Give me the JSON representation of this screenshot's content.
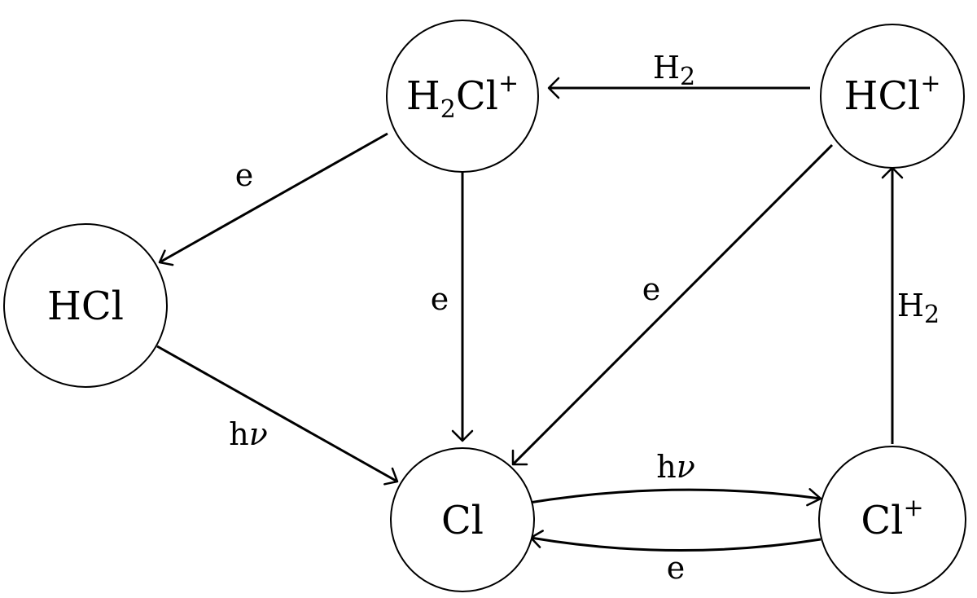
{
  "nodes": {
    "h2cl_plus": {
      "base_h": "H",
      "sub": "2",
      "base_cl": "Cl",
      "sup": "+"
    },
    "hcl_plus": {
      "base": "HCl",
      "sup": "+"
    },
    "hcl": {
      "label": "HCl"
    },
    "cl": {
      "label": "Cl"
    },
    "cl_plus": {
      "base": "Cl",
      "sup": "+"
    }
  },
  "edges": {
    "hcl_plus_to_h2cl_plus": {
      "base": "H",
      "sub": "2"
    },
    "h2cl_plus_to_hcl": {
      "label": "e"
    },
    "h2cl_plus_to_cl": {
      "label": "e"
    },
    "hcl_plus_to_cl": {
      "label": "e"
    },
    "cl_plus_to_hcl_plus": {
      "base": "H",
      "sub": "2"
    },
    "hcl_to_cl": {
      "base": "h",
      "sym": "ν"
    },
    "cl_to_cl_plus": {
      "base": "h",
      "sym": "ν"
    },
    "cl_plus_to_cl": {
      "label": "e"
    }
  }
}
